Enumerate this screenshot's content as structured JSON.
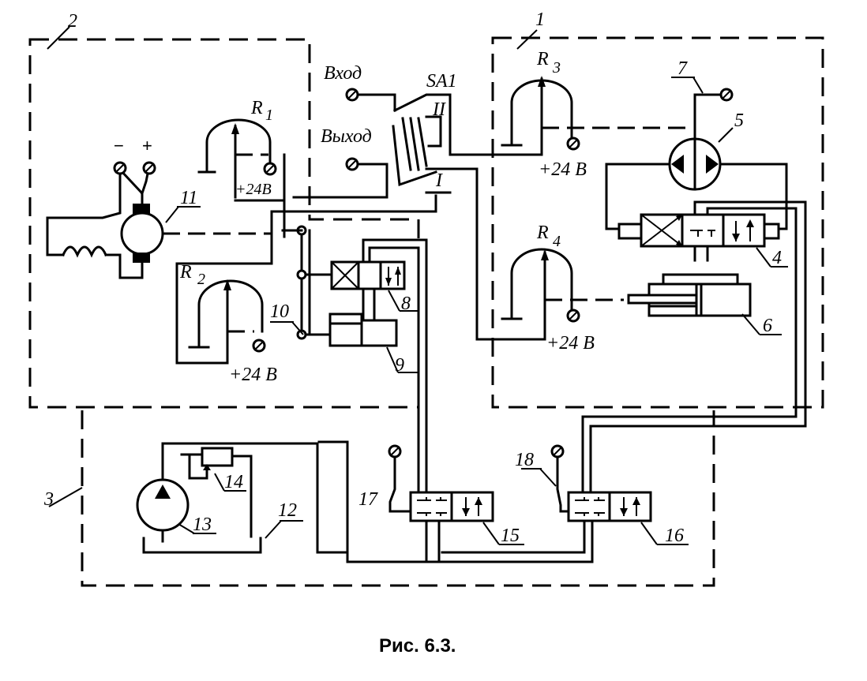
{
  "labels": {
    "block_1": "1",
    "block_2": "2",
    "block_3": "3",
    "valve_4": "4",
    "motor_5": "5",
    "cylinder_6": "6",
    "pin_7": "7",
    "valve_8": "8",
    "cylinder_9": "9",
    "linkage_10": "10",
    "motor_11": "11",
    "tank_12": "12",
    "pump_13": "13",
    "relief_14": "14",
    "valve_15": "15",
    "valve_16": "16",
    "pin_17": "17",
    "pin_18": "18",
    "switch": "SA1",
    "switch_pos_1": "I",
    "switch_pos_2": "II"
  },
  "resistors": {
    "r1": {
      "letter": "R",
      "index": "1"
    },
    "r2": {
      "letter": "R",
      "index": "2"
    },
    "r3": {
      "letter": "R",
      "index": "3"
    },
    "r4": {
      "letter": "R",
      "index": "4"
    }
  },
  "terminals": {
    "input": "Вход",
    "output": "Выход",
    "v24_r1": "+24В",
    "v24_r2": "+24 В",
    "v24_r3": "+24 В",
    "v24_r4": "+24 В",
    "minus": "−",
    "plus": "+"
  },
  "caption": "Рис. 6.3."
}
